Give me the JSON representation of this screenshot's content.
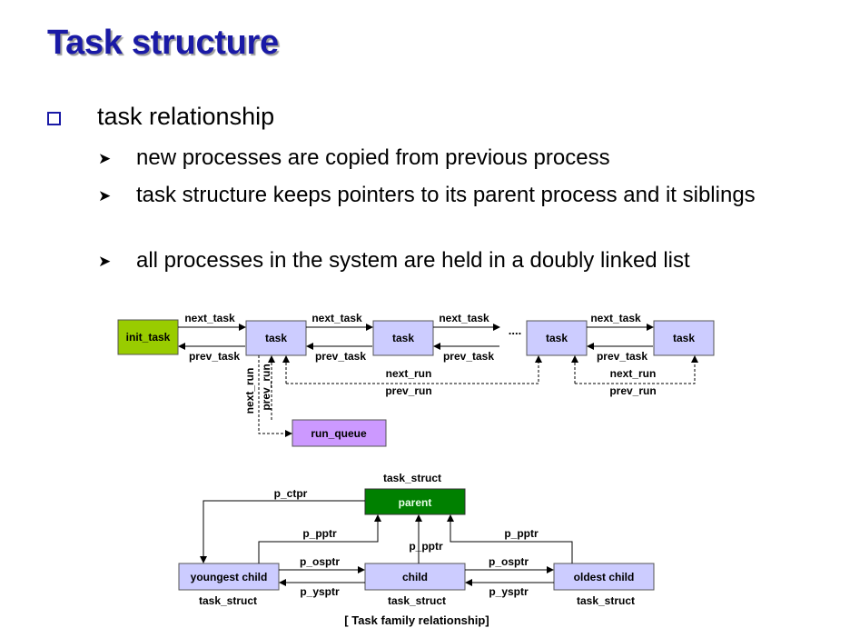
{
  "slide": {
    "title": "Task structure",
    "bullet": "task relationship",
    "sub_bullets": [
      "new processes are copied from previous process",
      "task structure keeps pointers to its parent process and it siblings",
      "all processes in the system are held in a doubly linked list"
    ]
  },
  "diagram1": {
    "nodes": {
      "init_task": "init_task",
      "task1": "task",
      "task2": "task",
      "task3": "task",
      "task4": "task",
      "run_queue": "run_queue"
    },
    "labels": {
      "next_task_1": "next_task",
      "next_task_2": "next_task",
      "next_task_3": "next_task",
      "next_task_4": "next_task",
      "prev_task_1": "prev_task",
      "prev_task_2": "prev_task",
      "prev_task_3": "prev_task",
      "prev_task_4": "prev_task",
      "ellipsis": "....",
      "next_run_1": "next_run",
      "prev_run_1": "prev_run",
      "next_run_2": "next_run",
      "prev_run_2": "prev_run",
      "next_run_vertical": "next_run",
      "prev_run_vertical": "prev_run"
    },
    "colors": {
      "init_task": "#99cc00",
      "task": "#ccccff",
      "run_queue": "#cc99ff"
    }
  },
  "diagram2": {
    "nodes": {
      "parent": "parent",
      "youngest": "youngest child",
      "child": "child",
      "oldest": "oldest child"
    },
    "labels": {
      "task_struct_top": "task_struct",
      "task_struct_youngest": "task_struct",
      "task_struct_child": "task_struct",
      "task_struct_oldest": "task_struct",
      "p_ctpr": "p_ctpr",
      "p_pptr_left": "p_pptr",
      "p_pptr_mid": "p_pptr",
      "p_pptr_right": "p_pptr",
      "p_osptr_left": "p_osptr",
      "p_osptr_right": "p_osptr",
      "p_ysptr_left": "p_ysptr",
      "p_ysptr_right": "p_ysptr"
    },
    "caption": "[ Task family relationship]",
    "colors": {
      "parent": "#008000",
      "child": "#ccccff"
    }
  }
}
